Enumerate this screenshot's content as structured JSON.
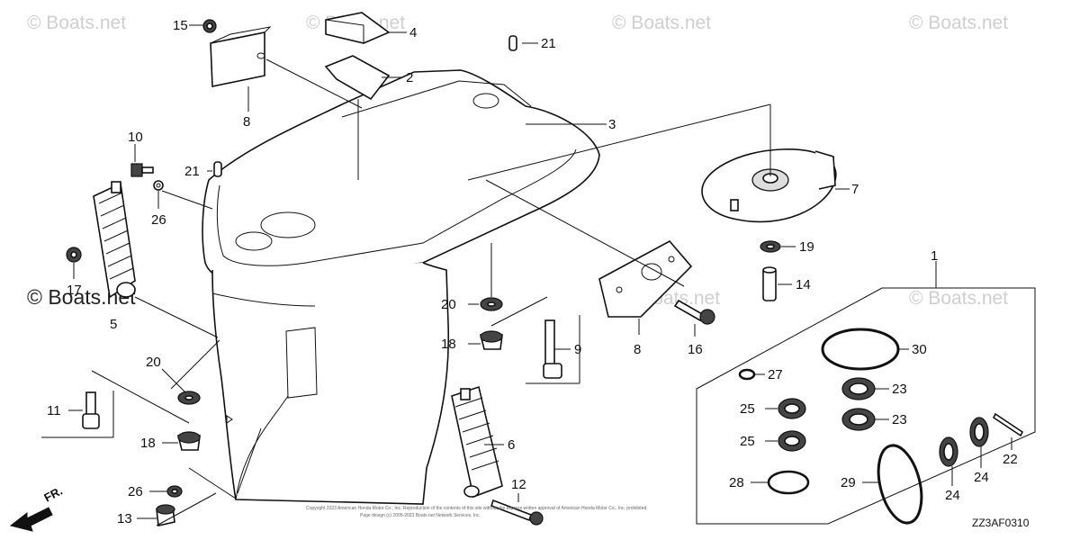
{
  "watermark": {
    "text": "© Boats.net"
  },
  "callouts": [
    "15",
    "4",
    "2",
    "8",
    "21",
    "3",
    "10",
    "21",
    "26",
    "7",
    "17",
    "5",
    "19",
    "14",
    "1",
    "20",
    "8",
    "16",
    "18",
    "9",
    "30",
    "20",
    "27",
    "23",
    "11",
    "25",
    "23",
    "18",
    "25",
    "6",
    "22",
    "24",
    "28",
    "29",
    "12",
    "24",
    "26",
    "13"
  ],
  "diagram_code": "ZZ3AF0310",
  "direction": {
    "label": "FR."
  },
  "copyright_line_1": "Copyright 2023 American Honda Motor Co., Inc. Reproduction of the contents of this site without the express written approval of American Honda Motor Co., Inc. prohibited.",
  "copyright_line_2": "Page design (c) 2005-2023 Boats.net Network Services, Inc."
}
